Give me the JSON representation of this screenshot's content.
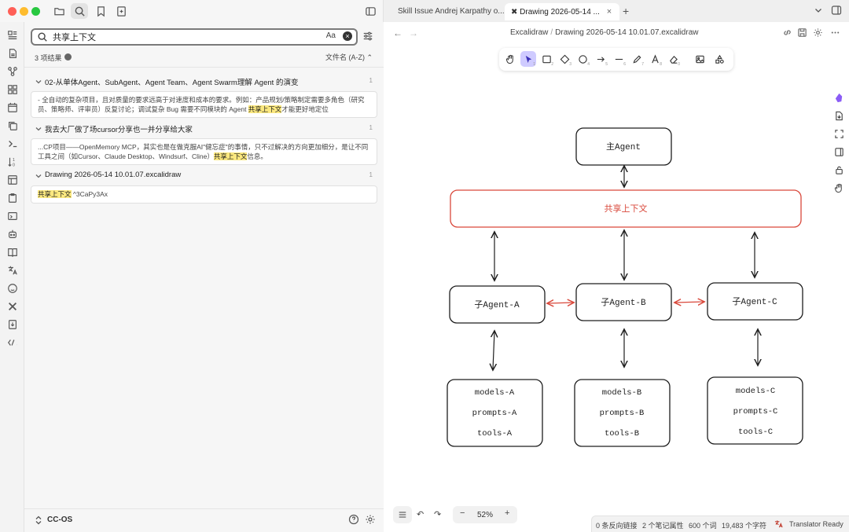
{
  "titlebar": {
    "icons": [
      "folder-icon",
      "search-icon",
      "bookmark-icon",
      "new-note-icon",
      "sidebar-toggle-icon"
    ]
  },
  "search": {
    "query": "共享上下文",
    "match_case_label": "Aa",
    "results_count": "3 项结果",
    "sort_label": "文件名 (A-Z) ⌃"
  },
  "results": [
    {
      "title": "02-从单体Agent、SubAgent、Agent Team、Agent Swarm理解 Agent 的演变",
      "count": "1",
      "snippet_before": "- 全自动的复杂项目，且对质量的要求远高于对速度和成本的要求。例如：产品规划/策略制定需要多角色（研究员、策略师、评审员）反复讨论；调试复杂 Bug 需要不同模块的 Agent ",
      "snippet_hl": "共享上下文",
      "snippet_after": "才能更好地定位"
    },
    {
      "title": "我去大厂做了场cursor分享也一并分享给大家",
      "count": "1",
      "snippet_before": "...CP项目——OpenMemory MCP，其实也是在做克服AI\"健忘症\"的事情，只不过解决的方向更加细分，是让不同工具之间（如Cursor、Claude Desktop、Windsurf、Cline）",
      "snippet_hl": "共享上下文",
      "snippet_after": "信息。"
    },
    {
      "title": "Drawing 2026-05-14 10.01.07.excalidraw",
      "count": "1",
      "snippet_before": "",
      "snippet_hl": "共享上下文",
      "snippet_after": " ^3CaPy3Ax"
    }
  ],
  "vault": {
    "name": "CC-OS"
  },
  "tabs": [
    {
      "label": "Skill Issue Andrej Karpathy o..."
    },
    {
      "label": "Drawing 2026-05-14 ...",
      "close": "×"
    }
  ],
  "breadcrumb": {
    "folder": "Excalidraw",
    "sep": "/",
    "file": "Drawing 2026-05-14 10.01.07.excalidraw"
  },
  "toolbar": {
    "tools": [
      {
        "name": "hand",
        "key": ""
      },
      {
        "name": "selection",
        "key": "1"
      },
      {
        "name": "rectangle",
        "key": "2"
      },
      {
        "name": "diamond",
        "key": "3"
      },
      {
        "name": "ellipse",
        "key": "4"
      },
      {
        "name": "arrow",
        "key": "5"
      },
      {
        "name": "line",
        "key": "6"
      },
      {
        "name": "draw",
        "key": "7"
      },
      {
        "name": "text",
        "key": "8"
      },
      {
        "name": "eraser",
        "key": "0"
      },
      {
        "name": "image",
        "key": ""
      },
      {
        "name": "more-tools",
        "key": ""
      }
    ]
  },
  "diagram": {
    "main_agent": "主Agent",
    "shared_context": "共享上下文",
    "sub_agents": [
      "子Agent-A",
      "子Agent-B",
      "子Agent-C"
    ],
    "resources": [
      [
        "models-A",
        "prompts-A",
        "tools-A"
      ],
      [
        "models-B",
        "prompts-B",
        "tools-B"
      ],
      [
        "models-C",
        "prompts-C",
        "tools-C"
      ]
    ],
    "accent_color": "#d9483b"
  },
  "zoom": {
    "level": "52%"
  },
  "status": {
    "backlinks": "0 条反向链接",
    "properties": "2 个笔记属性",
    "words": "600 个词",
    "chars": "19,483 个字符",
    "translator": "Translator Ready"
  }
}
